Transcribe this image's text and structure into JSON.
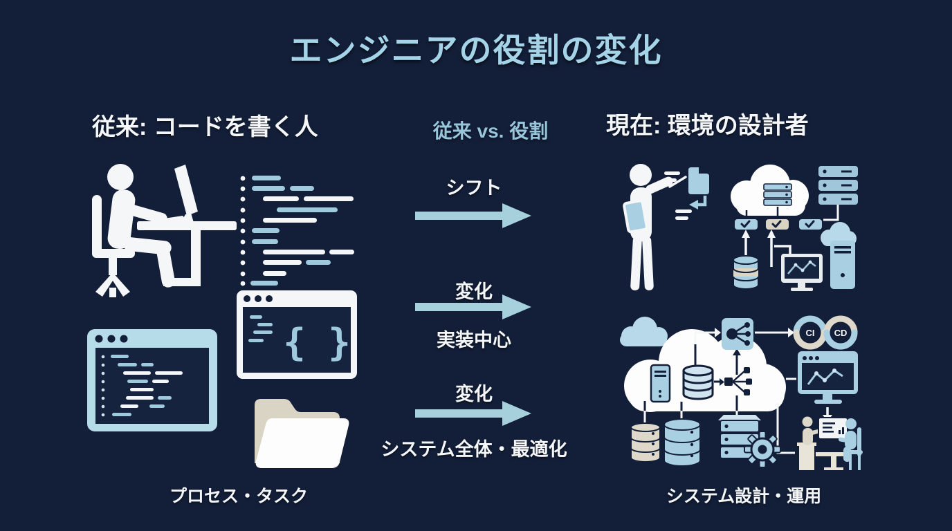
{
  "title": "エンジニアの役割の変化",
  "columns": {
    "left": {
      "heading": "従来: コードを書く人",
      "caption": "プロセス・タスク"
    },
    "middle": {
      "heading": "従来 vs. 役割"
    },
    "right": {
      "heading": "現在: 環境の設計者",
      "caption": "システム設計・運用"
    }
  },
  "transitions": [
    {
      "above": "シフト",
      "below": ""
    },
    {
      "above": "変化",
      "below": "実装中心"
    },
    {
      "above": "変化",
      "below": "システム全体・最適化"
    }
  ],
  "code_window": {
    "braces": "{ }"
  },
  "cicd": {
    "ci": "CI",
    "cd": "CD"
  },
  "icons": {
    "left": [
      "person-coding-at-desk-icon",
      "code-lines-icon",
      "code-window-braces-icon",
      "code-window-icon",
      "open-folder-icon"
    ],
    "right_top": [
      "architect-with-tablet-icon",
      "file-icon",
      "return-arrow-icon",
      "cloud-servers-icon",
      "server-rack-icon",
      "check-chip-icons",
      "database-icon",
      "monitoring-chart-icon",
      "tower-pc-icon"
    ],
    "right_bottom": [
      "cloud-infrastructure-icon",
      "share-node-icon",
      "network-hub-icon",
      "database-stack-icons",
      "server-gear-icon",
      "cicd-loop-icon",
      "monitoring-dashboard-icon",
      "team-meeting-icon"
    ]
  },
  "colors": {
    "background": "#131f39",
    "title_blue": "#a5d4e8",
    "mid_heading_blue": "#97c6dc",
    "arrow_blue": "#a5d0dc",
    "icon_blue": "#a9cfe2",
    "window_frame_blue": "#b6dce9",
    "beige": "#d9d4c4",
    "white": "#f4f6f8"
  }
}
